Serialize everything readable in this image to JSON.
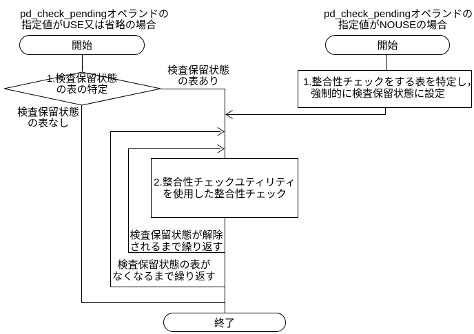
{
  "colors": {
    "line": "#000000",
    "background": "#ffffff",
    "shape_fill": "#ffffff",
    "text": "#000000"
  },
  "use_flow": {
    "caption": [
      "pd_check_pendingオペランドの",
      "指定値がUSE又は省略の場合"
    ],
    "start_label": "開始",
    "decision_lines": [
      "1.検査保留状態",
      "の表の特定"
    ],
    "branch_tables_exist": [
      "検査保留状態",
      "の表あり"
    ],
    "branch_no_tables": [
      "検査保留状態",
      "の表なし"
    ],
    "process_lines": [
      "2.整合性チェックユティリティ",
      "を使用した整合性チェック"
    ],
    "inner_loop_note": [
      "検査保留状態が解除",
      "されるまで繰り返す"
    ],
    "outer_loop_note": [
      "検査保留状態の表が",
      "なくなるまで繰り返す"
    ],
    "end_label": "終了"
  },
  "nouse_flow": {
    "caption": [
      "pd_check_pendingオペランドの",
      "指定値がNOUSEの場合"
    ],
    "start_label": "開始",
    "process_lines": [
      "1.整合性チェックをする表を特定し，",
      "強制的に検査保留状態に設定"
    ]
  }
}
